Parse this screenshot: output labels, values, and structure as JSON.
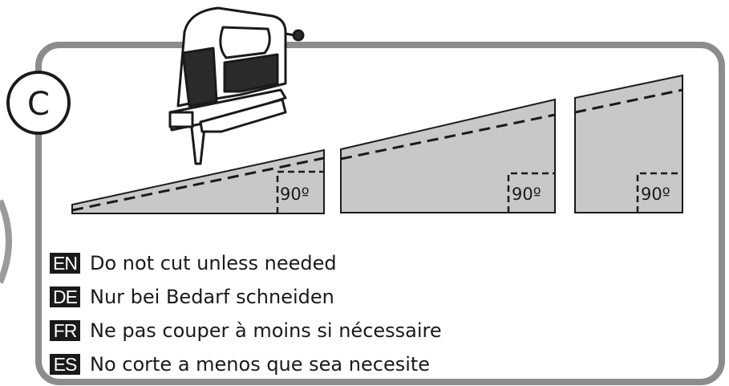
{
  "step_label": "C",
  "angles": [
    "90º",
    "90º",
    "90º"
  ],
  "instructions": [
    {
      "code": "EN",
      "text": "Do not cut unless needed"
    },
    {
      "code": "DE",
      "text": "Nur bei Bedarf schneiden"
    },
    {
      "code": "FR",
      "text": "Ne pas couper à moins si nécessaire"
    },
    {
      "code": "ES",
      "text": "No corte a menos que sea necesite"
    }
  ],
  "colors": {
    "ink": "#1a1a1a",
    "panel_border": "#8c8c8c",
    "wood": "#c8c8c8"
  },
  "icons": [
    "jigsaw-icon"
  ]
}
